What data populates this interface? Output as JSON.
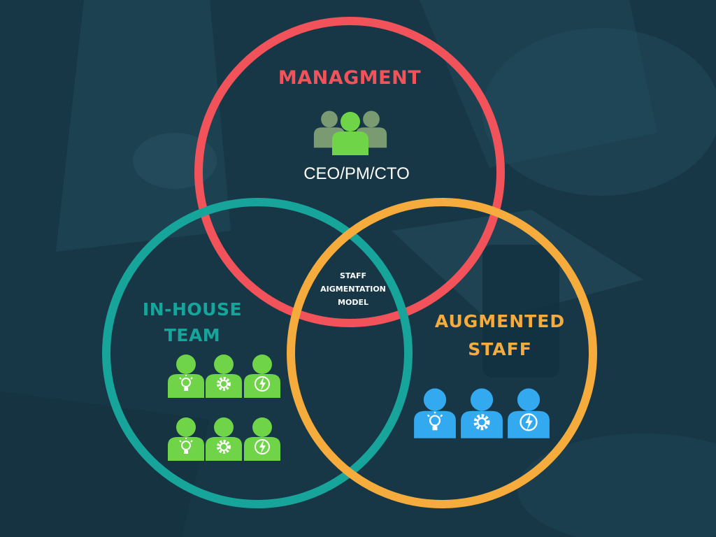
{
  "management": {
    "title": "MANAGMENT",
    "roles": "CEO/PM/CTO",
    "icon": "group-icon",
    "color": "#f2525a"
  },
  "in_house": {
    "title_lines": [
      "IN-HOUSE",
      "TEAM"
    ],
    "color": "#17a59b",
    "person_color": "#6fd448",
    "icons": [
      "lightbulb-icon",
      "gear-icon",
      "lightning-icon"
    ]
  },
  "augmented": {
    "title_lines": [
      "AUGMENTED",
      "STAFF"
    ],
    "color": "#f5ac3c",
    "person_color": "#33aaf0",
    "icons": [
      "lightbulb-icon",
      "gear-icon",
      "lightning-icon"
    ]
  },
  "center": {
    "lines": [
      "STAFF",
      "AIGMENTATION",
      "MODEL"
    ]
  },
  "background_color": "#173746"
}
